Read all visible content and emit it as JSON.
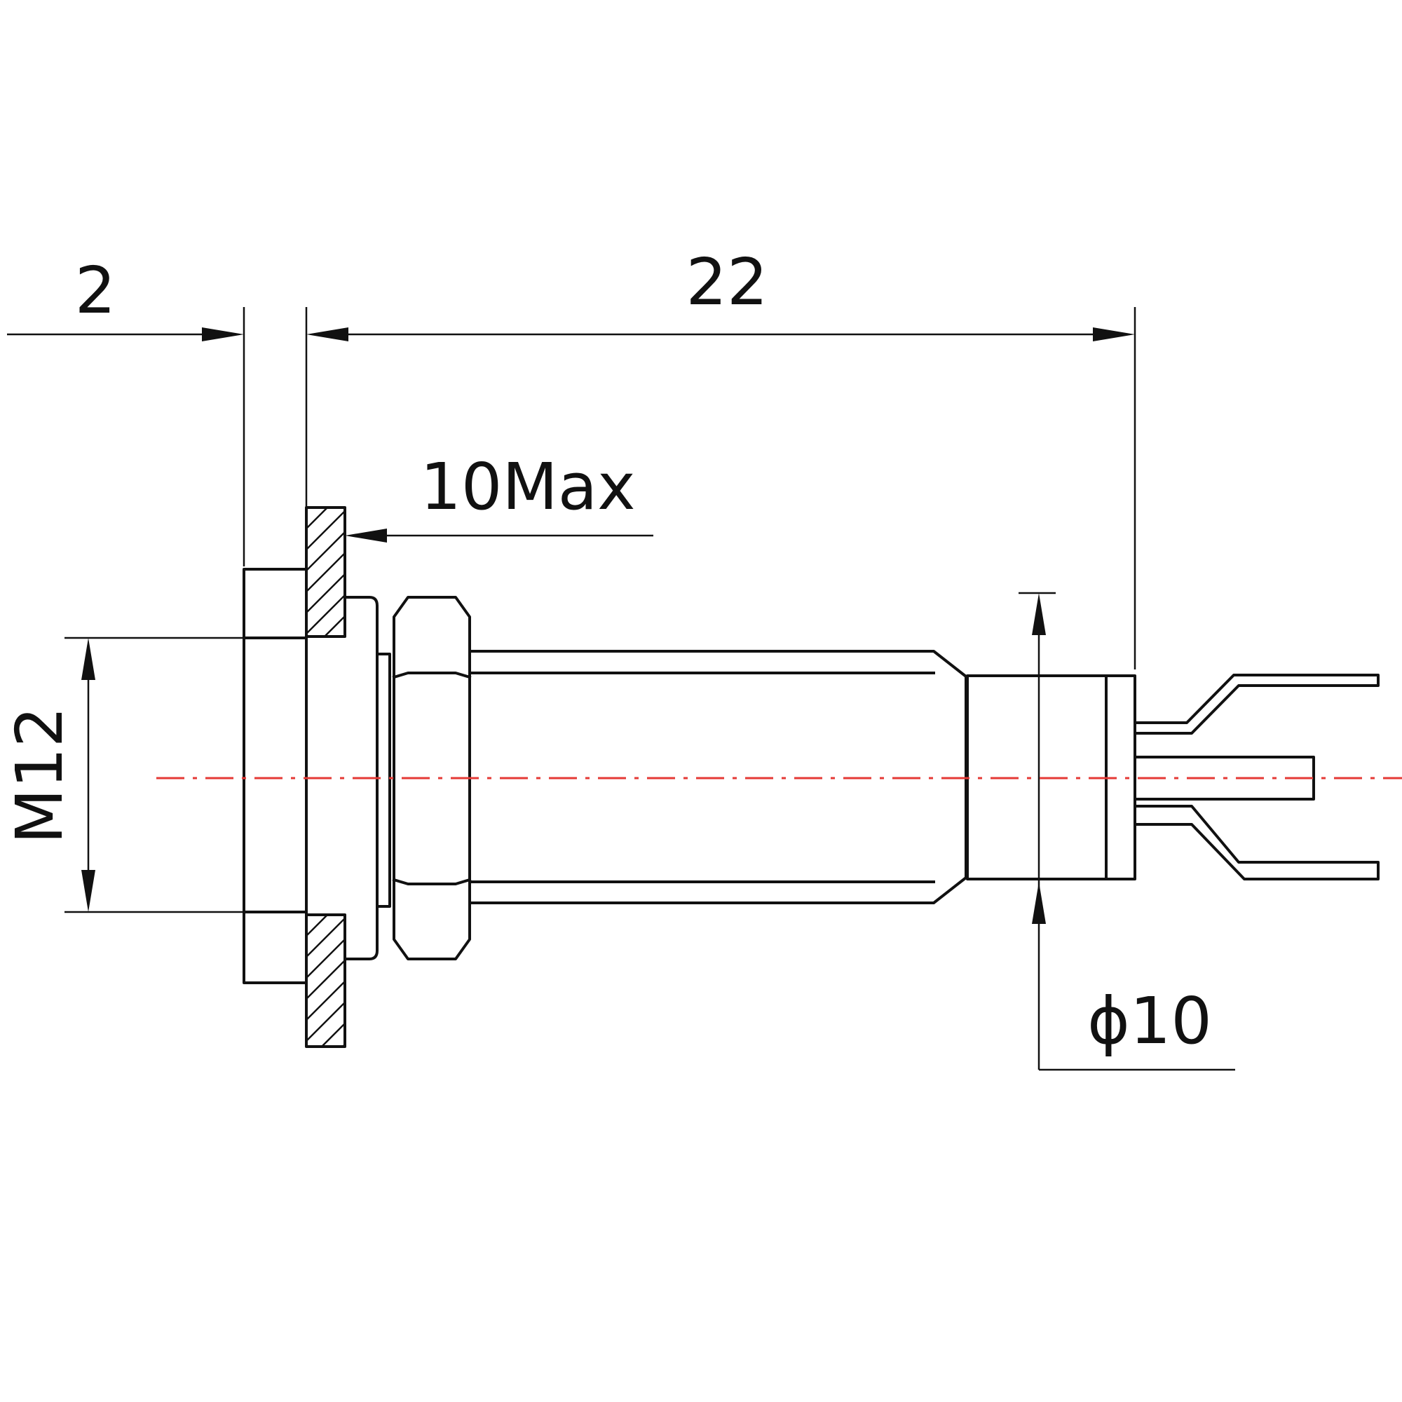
{
  "drawing": {
    "dimensions": {
      "flange_thickness": "2",
      "overall_length": "22",
      "panel_thickness": "10Max",
      "thread": "M12",
      "body_diameter": "ϕ10"
    },
    "colors": {
      "line": "#111111",
      "centerline": "#e53935",
      "background": "#ffffff"
    }
  }
}
